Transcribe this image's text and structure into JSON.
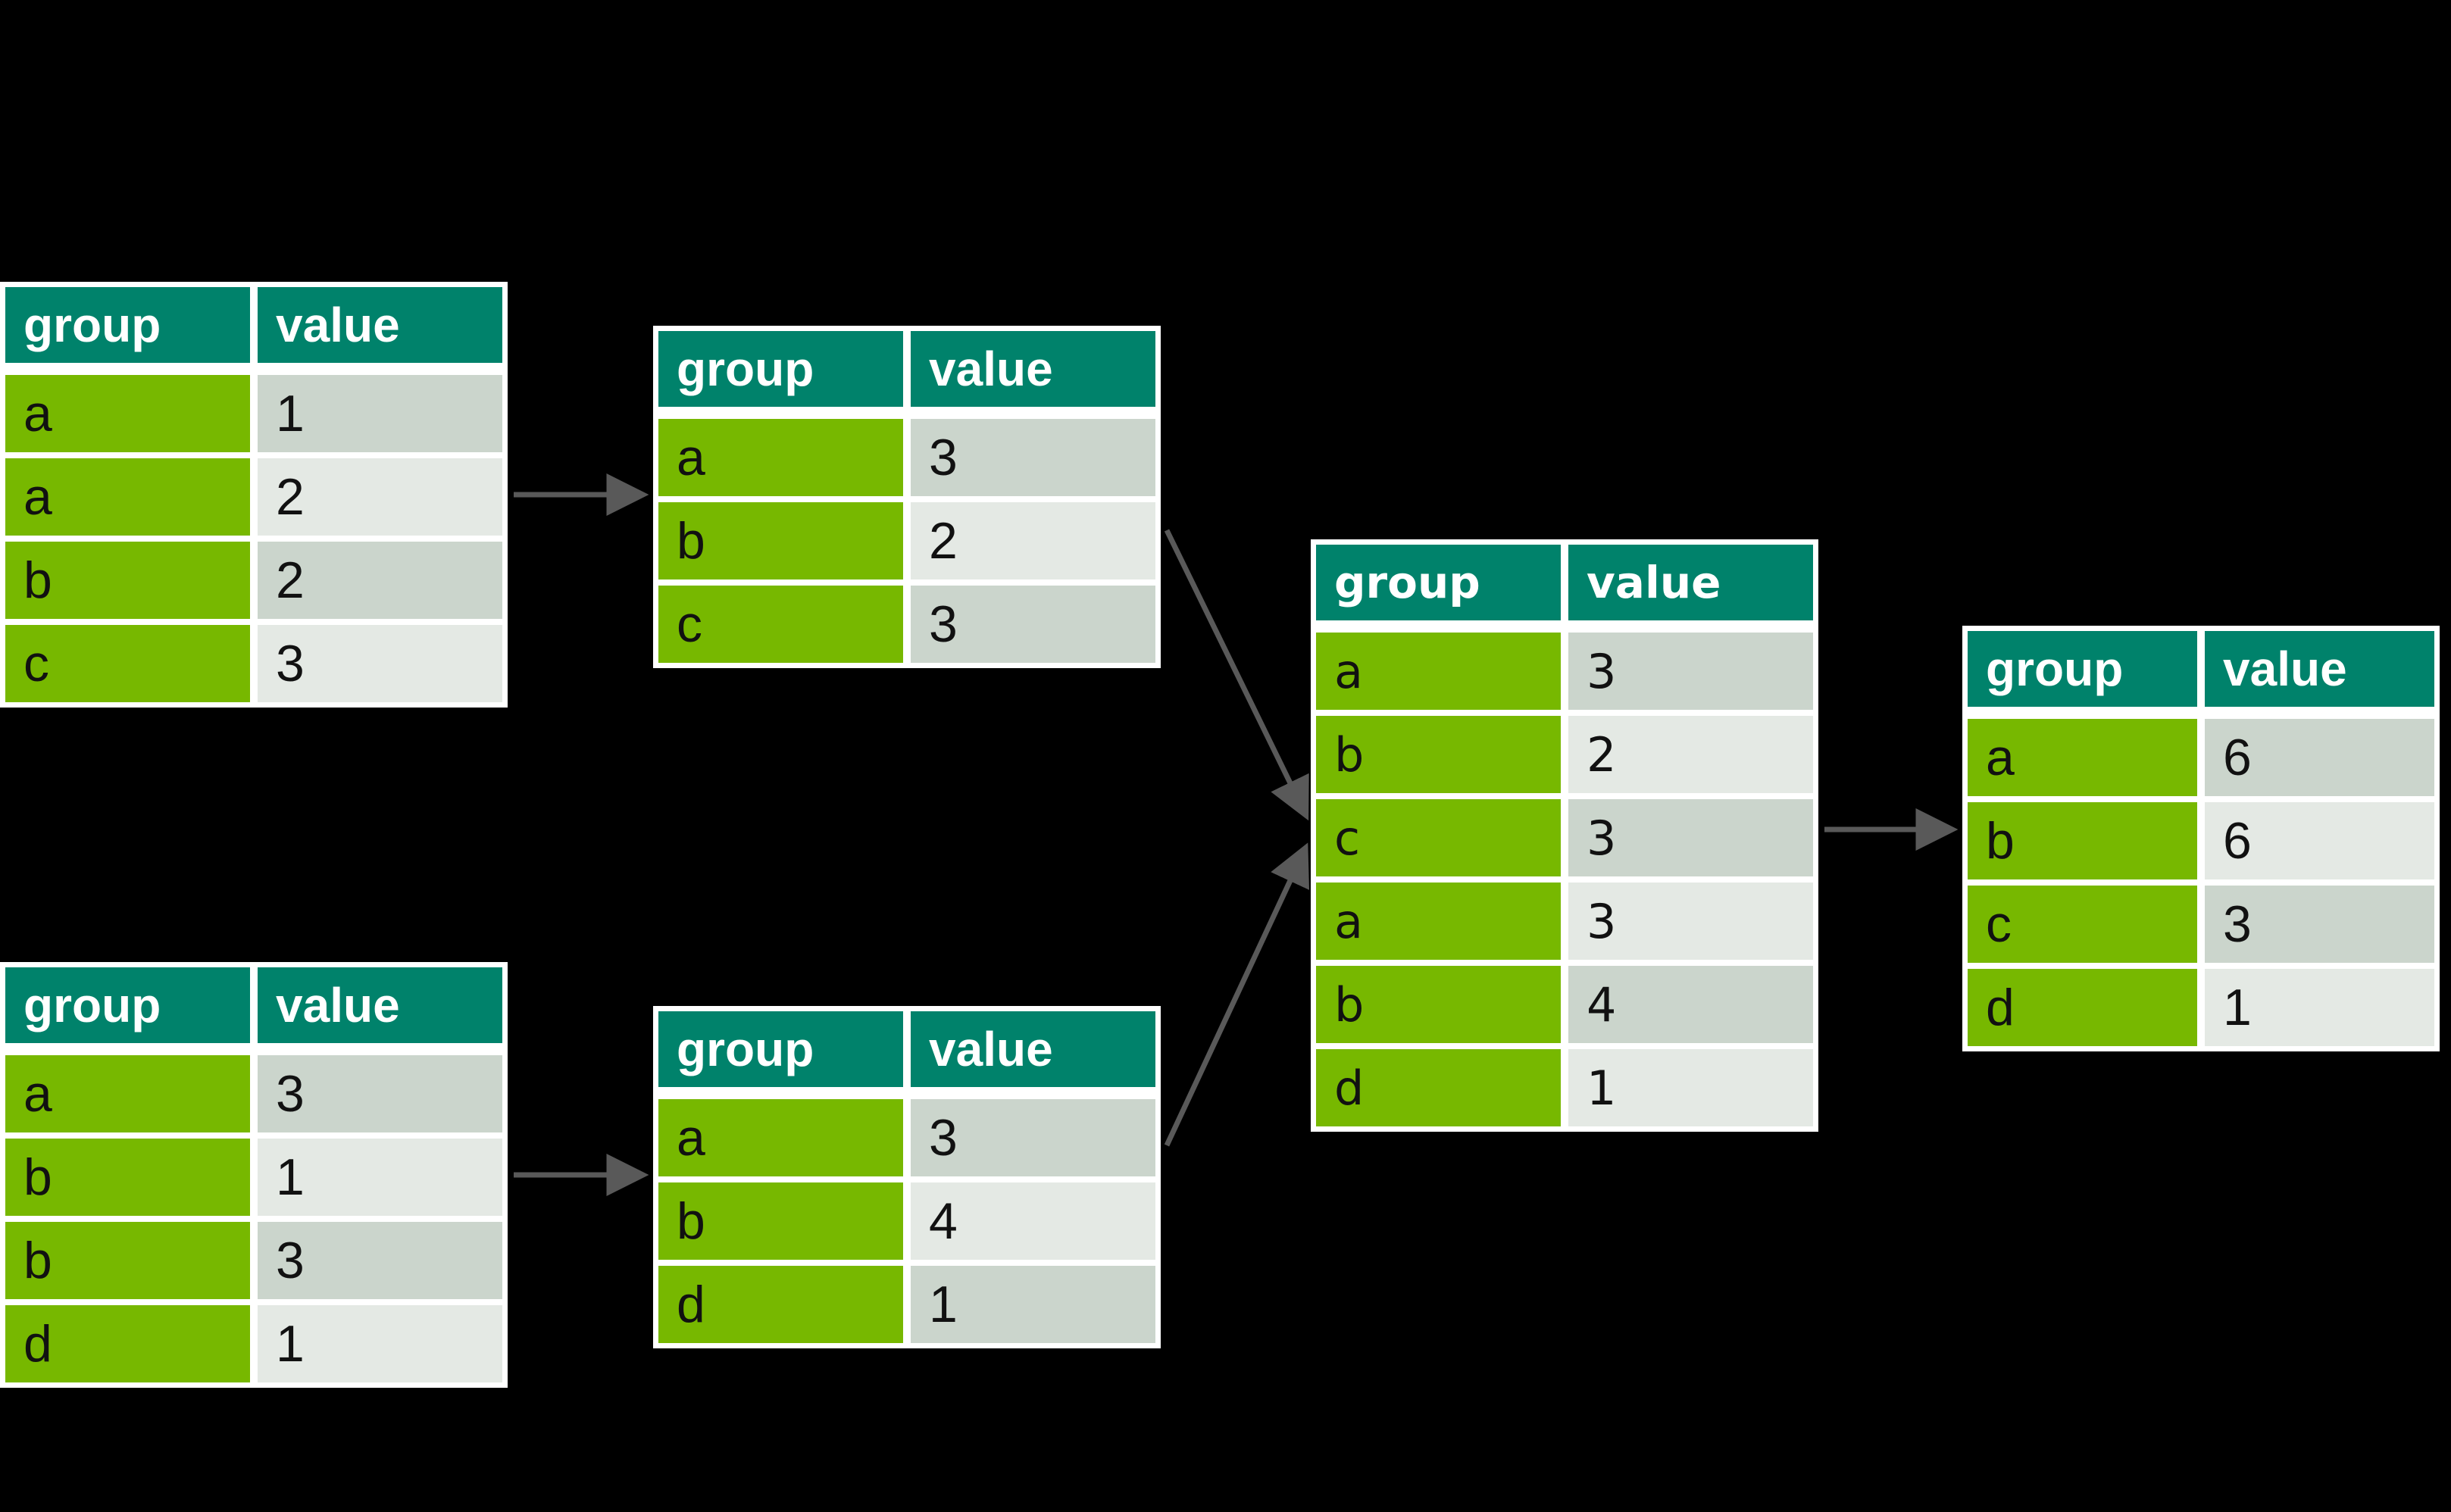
{
  "diagram": {
    "description_hint": "split-apply-combine groupby aggregation flow",
    "column_headers": [
      "group",
      "value"
    ]
  },
  "colors": {
    "header_bg": "#00826B",
    "header_text": "#FFFFFF",
    "group_cell_bg": "#77B800",
    "value_cell_bg_odd": "#CBD5CC",
    "value_cell_bg_even": "#E4E9E4",
    "cell_text": "#111111",
    "table_border": "#FFFFFF",
    "arrow": "#595959"
  },
  "tables": [
    {
      "id": "t1",
      "columns": [
        "group",
        "value"
      ],
      "rows": [
        [
          "a",
          "1"
        ],
        [
          "a",
          "2"
        ],
        [
          "b",
          "2"
        ],
        [
          "c",
          "3"
        ]
      ]
    },
    {
      "id": "t2",
      "columns": [
        "group",
        "value"
      ],
      "rows": [
        [
          "a",
          "3"
        ],
        [
          "b",
          "2"
        ],
        [
          "c",
          "3"
        ]
      ]
    },
    {
      "id": "t3",
      "columns": [
        "group",
        "value"
      ],
      "rows": [
        [
          "a",
          "3"
        ],
        [
          "b",
          "1"
        ],
        [
          "b",
          "3"
        ],
        [
          "d",
          "1"
        ]
      ]
    },
    {
      "id": "t4",
      "columns": [
        "group",
        "value"
      ],
      "rows": [
        [
          "a",
          "3"
        ],
        [
          "b",
          "4"
        ],
        [
          "d",
          "1"
        ]
      ]
    },
    {
      "id": "t5",
      "columns": [
        "group",
        "value"
      ],
      "rows": [
        [
          "a",
          "3"
        ],
        [
          "b",
          "2"
        ],
        [
          "c",
          "3"
        ],
        [
          "a",
          "3"
        ],
        [
          "b",
          "4"
        ],
        [
          "d",
          "1"
        ]
      ]
    },
    {
      "id": "t6",
      "columns": [
        "group",
        "value"
      ],
      "rows": [
        [
          "a",
          "6"
        ],
        [
          "b",
          "6"
        ],
        [
          "c",
          "3"
        ],
        [
          "d",
          "1"
        ]
      ]
    }
  ],
  "arrows": [
    {
      "from": "t1",
      "to": "t2"
    },
    {
      "from": "t3",
      "to": "t4"
    },
    {
      "from": "t2",
      "to": "t5"
    },
    {
      "from": "t4",
      "to": "t5"
    },
    {
      "from": "t5",
      "to": "t6"
    }
  ]
}
